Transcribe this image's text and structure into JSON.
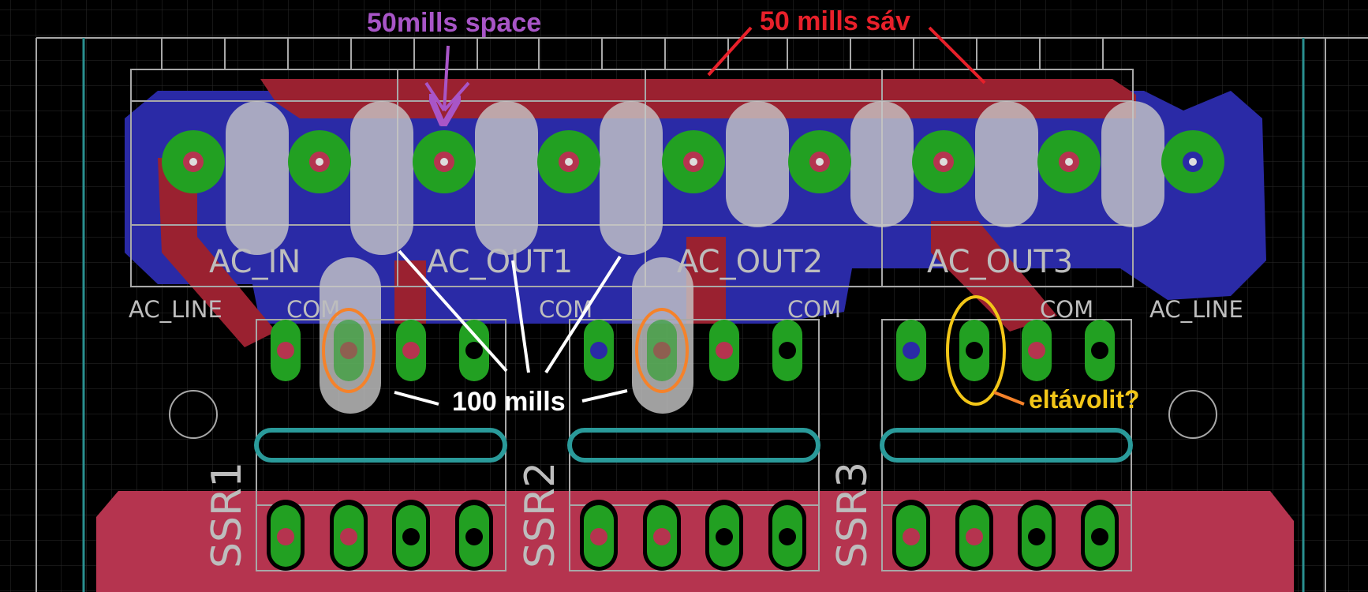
{
  "colors": {
    "background": "#000000",
    "grid": "#2b2b2b",
    "board_edge": "#a8a8a8",
    "dimension": "#2a8f8f",
    "top_copper": "#b5344f",
    "top_copper_dark": "#9a2130",
    "bottom_copper": "#2a2aa6",
    "pad": "#22a022",
    "silkscreen": "#bdbdbd",
    "keepout_overlay": "#c8c8c8",
    "annotation_purple": "#a855c7",
    "annotation_red": "#e8202a",
    "annotation_white": "#ffffff",
    "annotation_orange": "#f5822a",
    "annotation_yellow": "#f2c618"
  },
  "annotations": {
    "space_label": "50mills space",
    "band_label": "50 mills sáv",
    "pitch_label": "100 mills",
    "remove_label": "eltávolit?"
  },
  "connector_labels": [
    "AC_IN",
    "AC_OUT1",
    "AC_OUT2",
    "AC_OUT3"
  ],
  "pin_labels": {
    "line": "AC_LINE",
    "com": "COM"
  },
  "relays": [
    "SSR1",
    "SSR2",
    "SSR3"
  ],
  "icons": {
    "terminal_pad": "pcb-pad-icon",
    "mounting_hole": "mounting-hole-icon",
    "arrow": "arrow-icon"
  }
}
